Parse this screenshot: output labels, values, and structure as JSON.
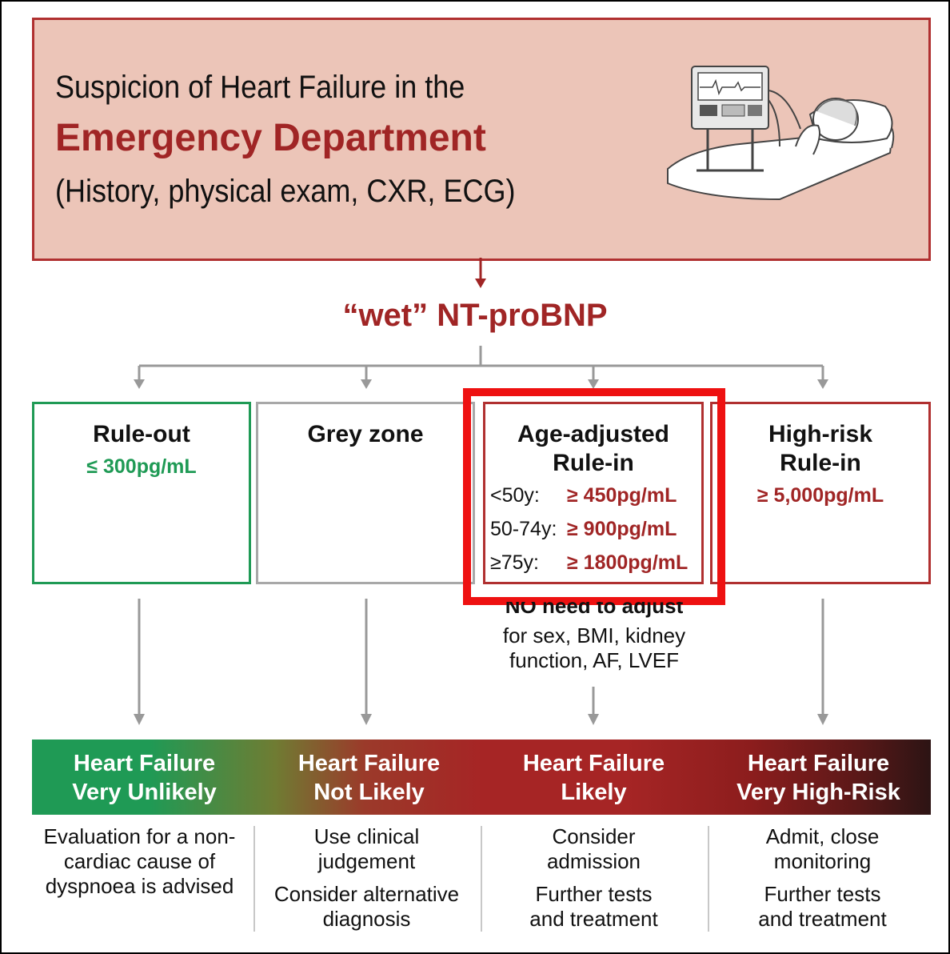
{
  "header": {
    "line1": "Suspicion of Heart Failure in the",
    "line2": "Emergency Department",
    "line3": "(History, physical exam, CXR, ECG)"
  },
  "test": {
    "label": "“wet” NT-proBNP"
  },
  "categories": [
    {
      "title": "Rule-out",
      "threshold": "≤ 300pg/mL"
    },
    {
      "title": "Grey zone"
    },
    {
      "title": "Age-adjusted Rule-in",
      "rows": [
        {
          "age": "<50y:",
          "value": "≥ 450pg/mL"
        },
        {
          "age": "50-74y:",
          "value": "≥ 900pg/mL"
        },
        {
          "age": "≥75y:",
          "value": "≥ 1800pg/mL"
        }
      ],
      "note": [
        "NO need to adjust",
        "for sex, BMI, kidney",
        "function, AF, LVEF"
      ]
    },
    {
      "title": "High-risk Rule-in",
      "threshold": "≥ 5,000pg/mL"
    }
  ],
  "outcomes": [
    {
      "label_line1": "Heart Failure",
      "label_line2": "Very Unlikely",
      "action1": "Evaluation for a non-cardiac cause of dyspnoea is advised"
    },
    {
      "label_line1": "Heart Failure",
      "label_line2": "Not Likely",
      "action1": "Use clinical judgement",
      "action2": "Consider alternative diagnosis"
    },
    {
      "label_line1": "Heart Failure",
      "label_line2": "Likely",
      "action1": "Consider admission",
      "action2": "Further tests and treatment"
    },
    {
      "label_line1": "Heart Failure",
      "label_line2": "Very High-Risk",
      "action1": "Admit, close monitoring",
      "action2": "Further tests and treatment"
    }
  ],
  "colors": {
    "header_fill": "#ecc5b8",
    "accent_red": "#a02525",
    "rule_out_green": "#1f9a55",
    "grey_zone_border": "#a8a8a8",
    "highlight_red": "#ee1111",
    "arrow_grey": "#999999"
  },
  "icons": [
    "patient-monitor-bed-illustration"
  ]
}
